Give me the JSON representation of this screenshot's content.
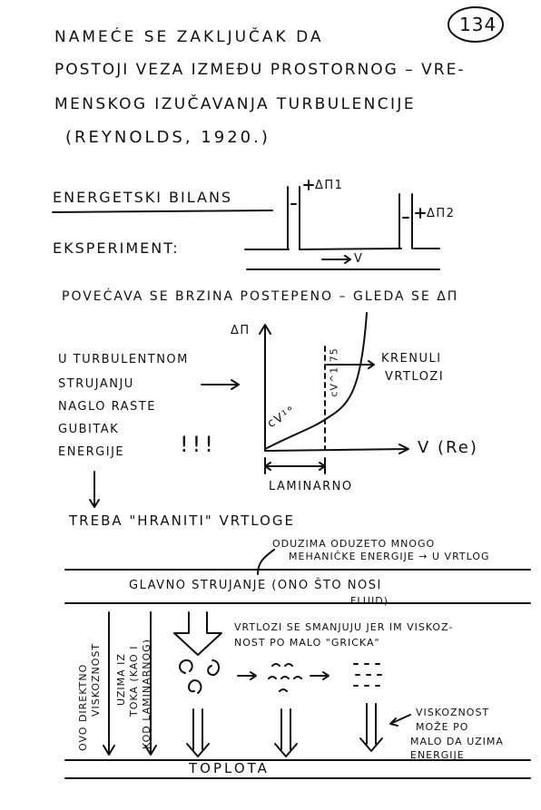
{
  "page": {
    "page_number": "134"
  },
  "intro": {
    "line1": "NAMEĆE SE ZAKLJUČAK DA",
    "line2": "POSTOJI VEZA IZMEĐU PROSTORNOG – VRE-",
    "line3": "MENSKOG IZUČAVANJA TURBULENCIJE",
    "line4": "(REYNOLDS, 1920.)"
  },
  "energy_balance": {
    "heading": "ENERGETSKI BILANS",
    "experiment_label": "EKSPERIMENT:",
    "delta_p1": "ΔΠ1",
    "delta_p2": "ΔΠ2",
    "velocity_label": "→V"
  },
  "observation": {
    "text": "POVEĆAVA SE BRZINA POSTEPENO – GLEDA SE ΔΠ"
  },
  "turbulent_note": {
    "lines": [
      "U TURBULENTNOM",
      "STRUJANJU",
      "NAGLO RASTE",
      "GUBITAK",
      "ENERGIJE"
    ],
    "emphasis": "!!!"
  },
  "graph": {
    "y_label": "ΔΠ",
    "x_label": "V (Re)",
    "curve_laminar": "cV¹°",
    "curve_turbulent": "cV^1.75",
    "critical_label_1": "KRENULI",
    "critical_label_2": "VRTLOZI",
    "laminar_label": "LAMINARNO"
  },
  "conclusion": {
    "text": "TREBA \"HRANITI\" VRTLOGE"
  },
  "flow_diagram": {
    "source_note_1": "ODUZIMA ODUZETO MNOGO",
    "source_note_2": "MEHANIČKE ENERGIJE → U VRTLOG",
    "main_flow_1": "GLAVNO STRUJANJE (ONO ŠTO NOSI",
    "main_flow_2": "FLUID)",
    "vortex_note_1": "VRTLOZI SE SMANJUJU JER IM VISKOZ-",
    "vortex_note_2": "NOST PO MALO \"GRICKA\"",
    "left_col_1": "OVO DIREKTNO",
    "left_col_2": "VISKOZNOST",
    "mid_col_1": "UZIMA IZ",
    "mid_col_2": "TOKA (KAO I",
    "mid_col_3": "KOD LAMINARNOG)",
    "viscosity_note_1": "VISKOZNOST",
    "viscosity_note_2": "MOŽE PO",
    "viscosity_note_3": "MALO DA UZIMA",
    "viscosity_note_4": "ENERGIJE",
    "heat_label": "TOPLOTA"
  }
}
